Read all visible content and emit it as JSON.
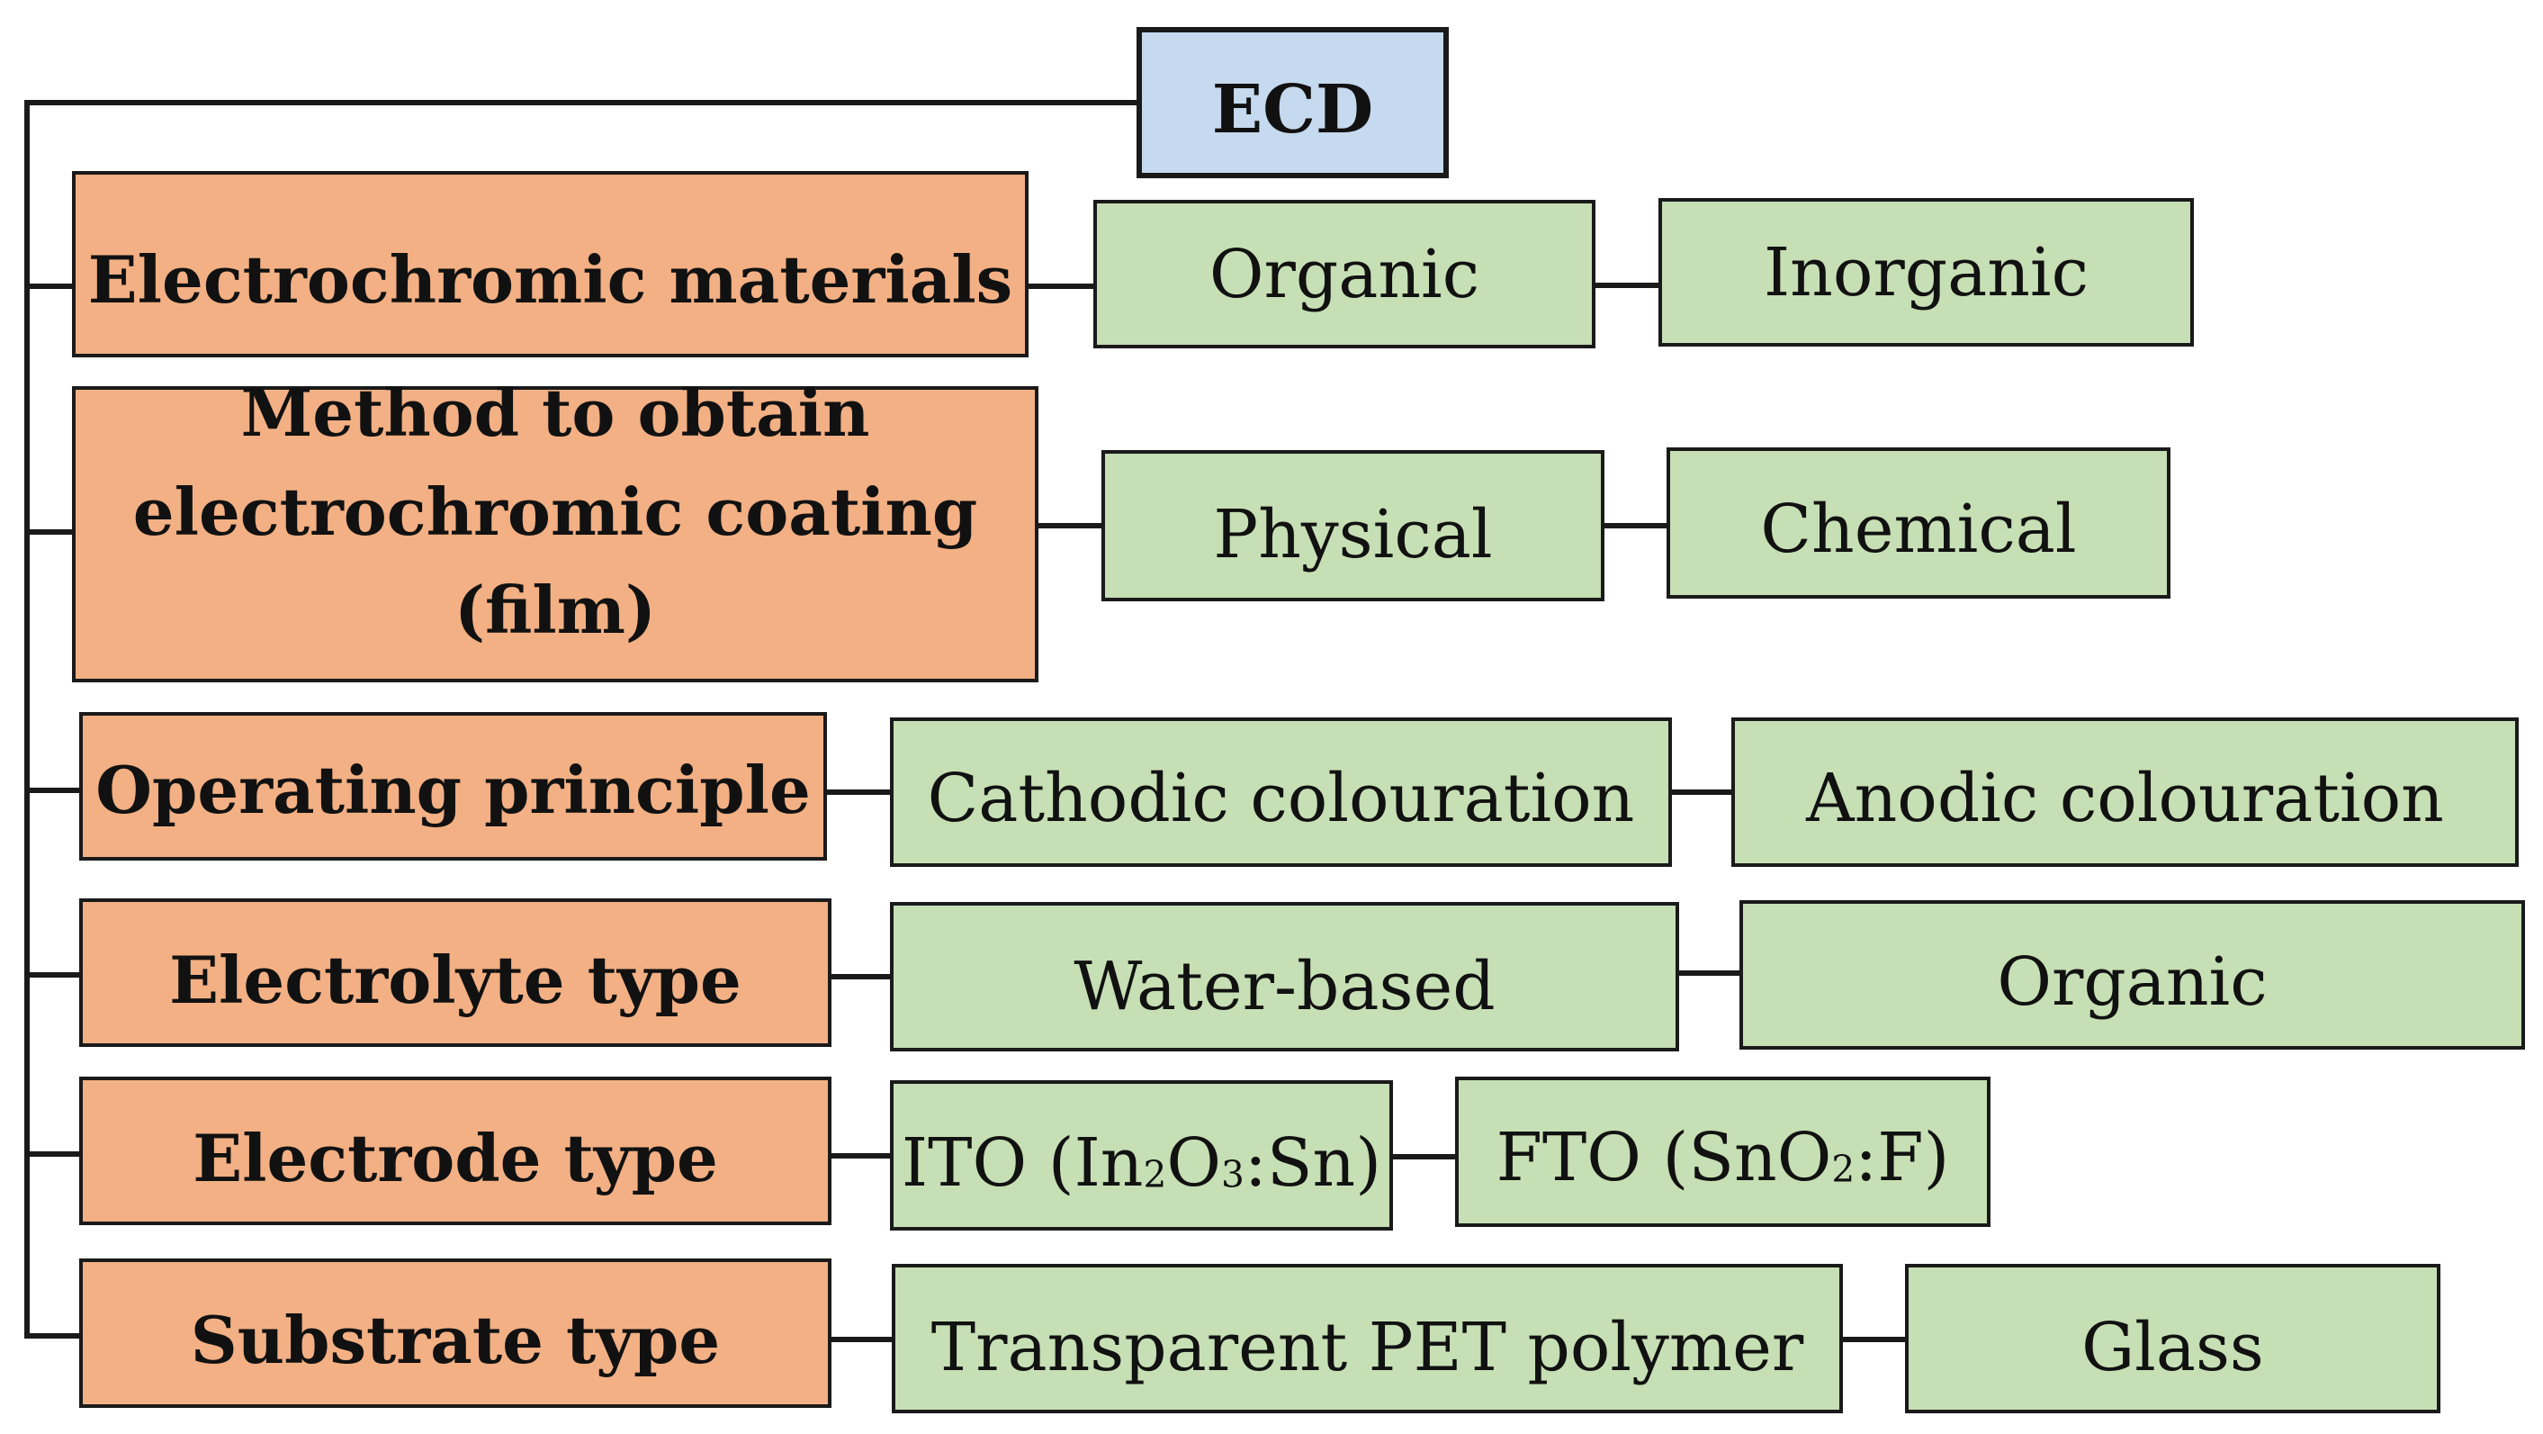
{
  "root": {
    "label": "ECD"
  },
  "rows": [
    {
      "category": "Electrochromic materials",
      "option_1": "Organic",
      "option_2": "Inorganic"
    },
    {
      "category_line_1": "Method to obtain",
      "category_line_2": "electrochromic coating (film)",
      "option_1": "Physical",
      "option_2": "Chemical"
    },
    {
      "category": "Operating principle",
      "option_1": "Cathodic colouration",
      "option_2": "Anodic colouration"
    },
    {
      "category": "Electrolyte type",
      "option_1": "Water-based",
      "option_2": "Organic"
    },
    {
      "category": "Electrode type",
      "option_1": {
        "a": "ITO (In",
        "b": "2",
        "c": "O",
        "d": "3",
        "e": ":Sn)"
      },
      "option_2": {
        "a": "FTO (SnO",
        "b": "2",
        "c": ":F)"
      }
    },
    {
      "category": "Substrate type",
      "option_1": "Transparent PET polymer",
      "option_2": "Glass"
    }
  ],
  "colors": {
    "root_fill": "#c5d9ef",
    "category_fill": "#f2b084",
    "option_fill": "#c6dfb4",
    "line": "#1a1a1a"
  }
}
